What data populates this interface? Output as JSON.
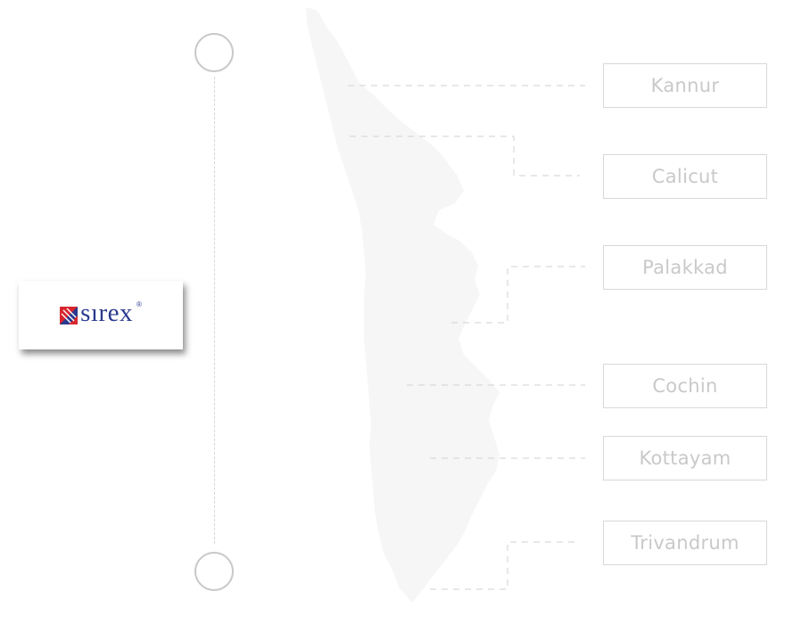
{
  "logo": {
    "wordmark": "sırex",
    "registered": "®",
    "mark_colors": [
      "#d7262e",
      "#2a3a8f"
    ]
  },
  "locations": [
    {
      "id": "kannur",
      "label": "Kannur"
    },
    {
      "id": "calicut",
      "label": "Calicut"
    },
    {
      "id": "palakkad",
      "label": "Palakkad"
    },
    {
      "id": "cochin",
      "label": "Cochin"
    },
    {
      "id": "kottayam",
      "label": "Kottayam"
    },
    {
      "id": "trivandrum",
      "label": "Trivandrum"
    }
  ],
  "colors": {
    "map_fill": "#f6f6f6",
    "connector": "#d2d2d2",
    "box_border": "#d8d8d8",
    "label": "#c9c9c9"
  }
}
